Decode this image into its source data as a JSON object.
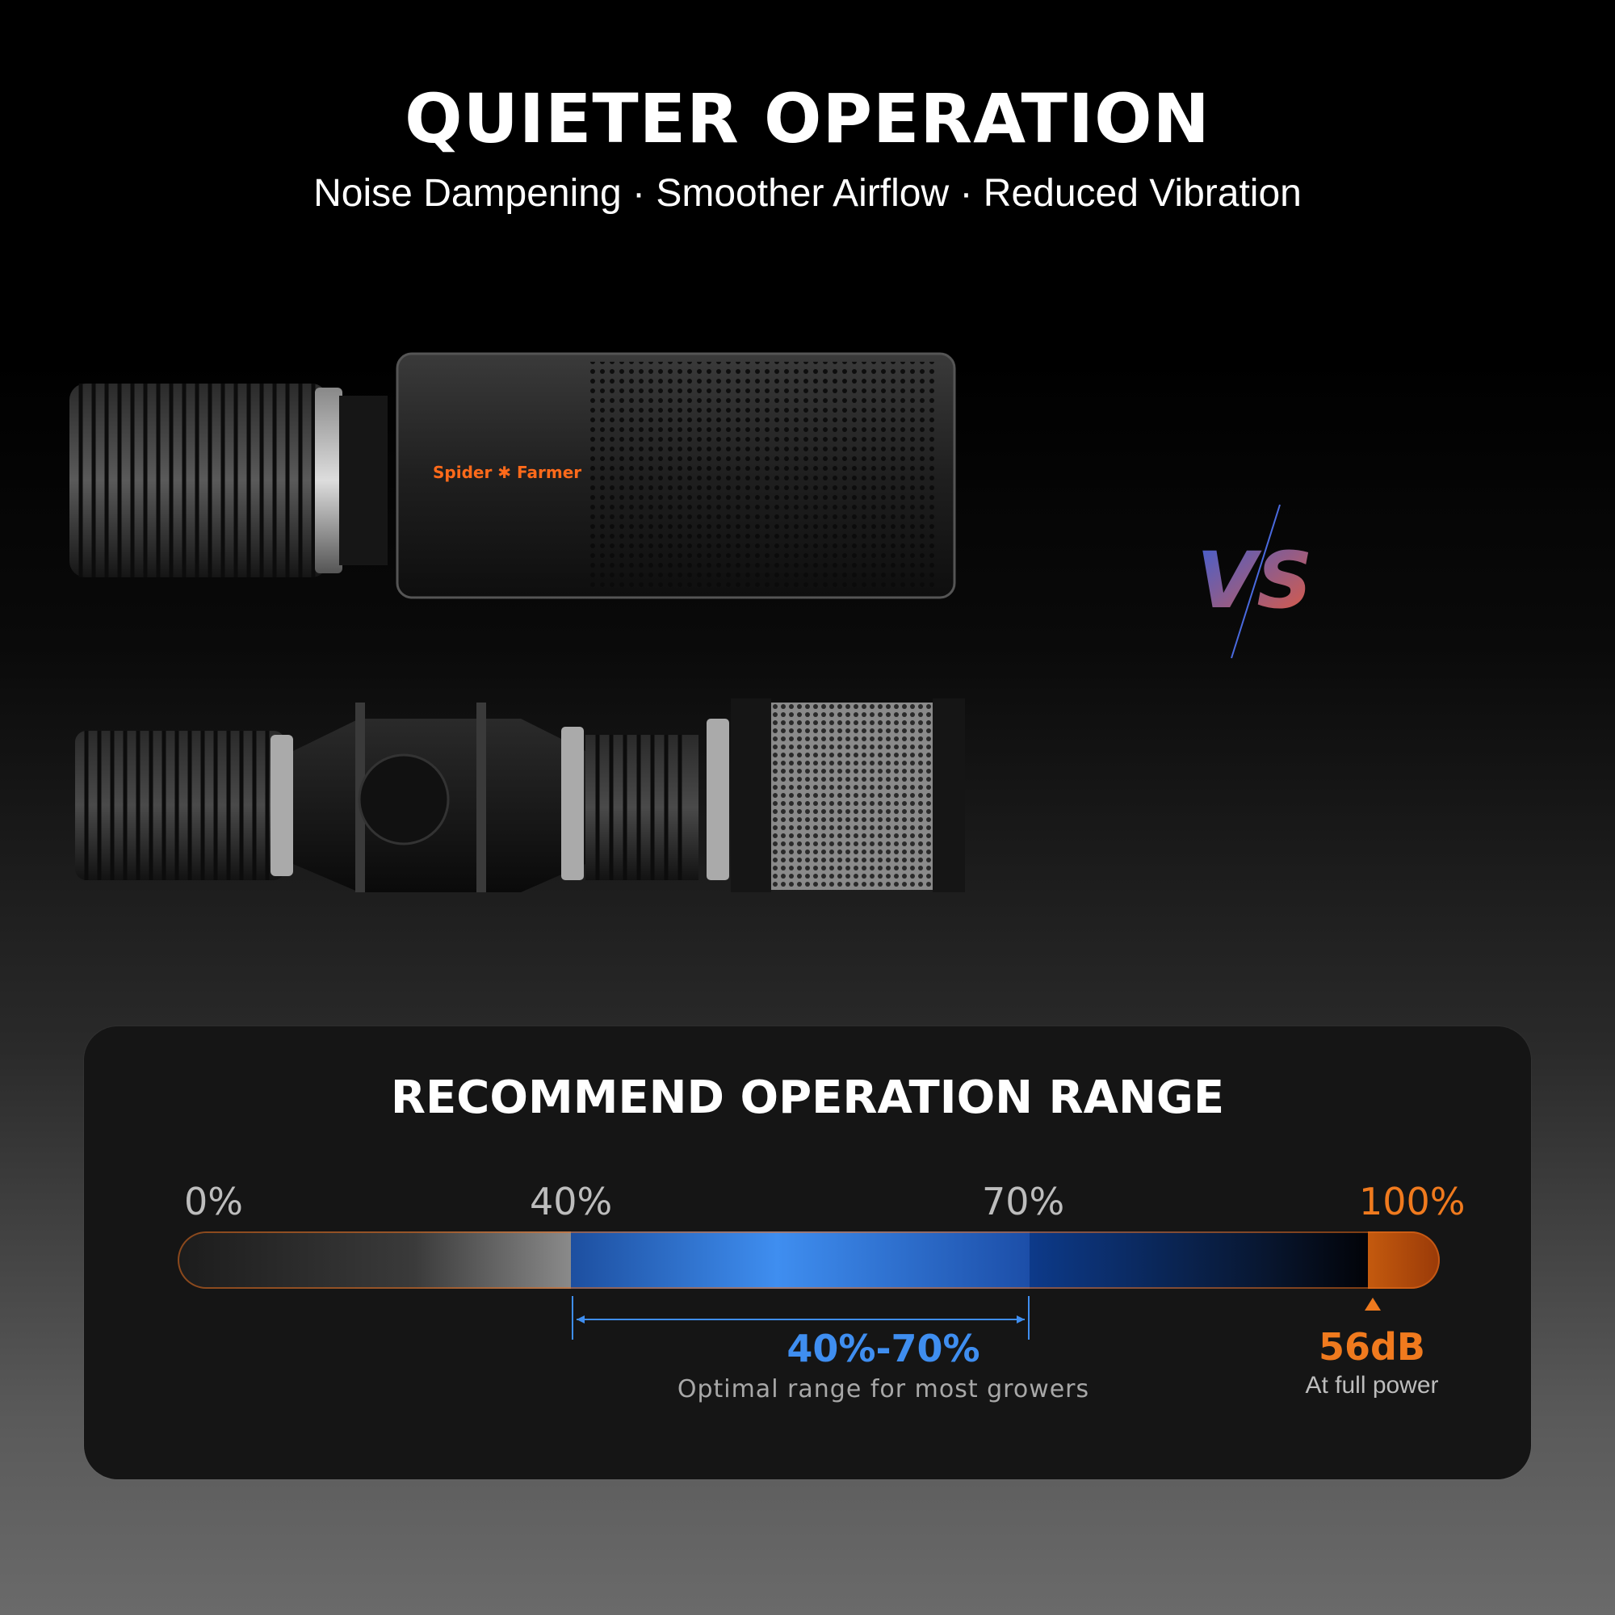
{
  "header": {
    "title": "QUIETER OPERATION",
    "subtitle": "Noise Dampening · Smoother Airflow · Reduced Vibration"
  },
  "product_top": {
    "brand_label": "Spider Farmer",
    "brand_color": "#ff6a1a"
  },
  "vs_label": "VS",
  "operation_range": {
    "title": "RECOMMEND OPERATION RANGE",
    "ticks": [
      "0%",
      "40%",
      "70%",
      "100%"
    ],
    "optimal_label": "40%-70%",
    "optimal_note": "Optimal range for most growers",
    "max_label": "56dB",
    "max_note": "At full power",
    "optimal_start_percent": 40,
    "optimal_end_percent": 70,
    "colors": {
      "optimal": "#3f8ef0",
      "max": "#f07a1e"
    }
  }
}
